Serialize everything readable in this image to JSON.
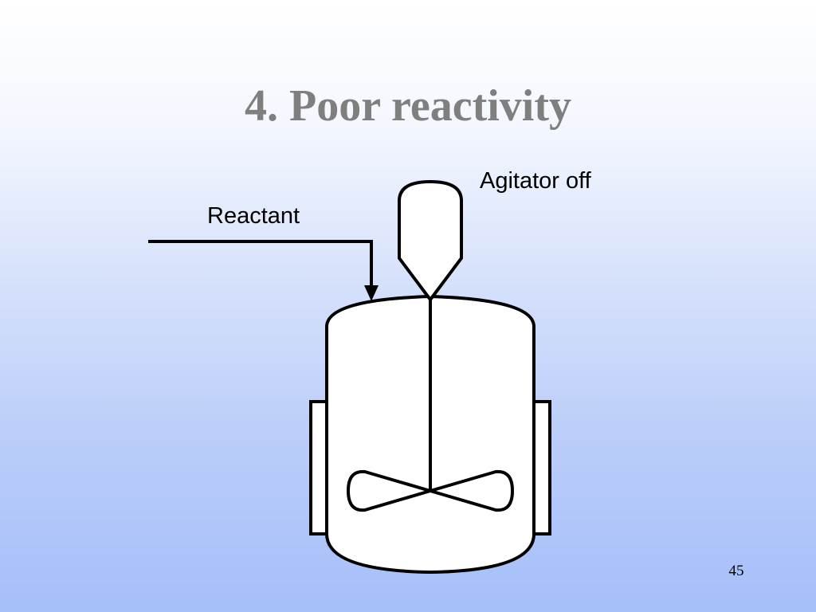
{
  "slide": {
    "title": "4. Poor reactivity",
    "page_number": "45"
  },
  "diagram": {
    "labels": {
      "agitator": "Agitator off",
      "reactant": "Reactant"
    }
  }
}
